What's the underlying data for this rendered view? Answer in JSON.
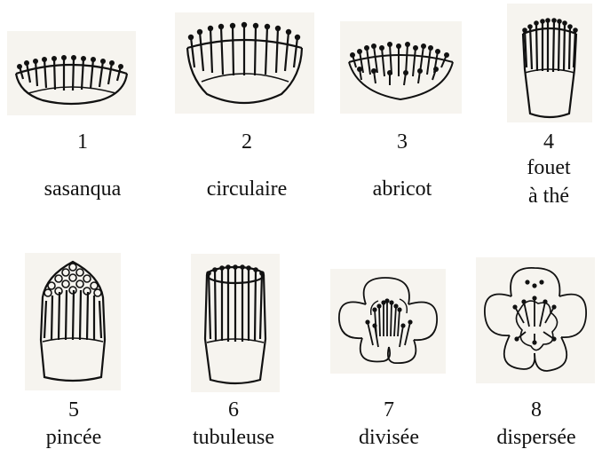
{
  "items": [
    {
      "number": "1",
      "label": "sasanqua",
      "icon": "sasanqua-stamens-icon"
    },
    {
      "number": "2",
      "label": "circulaire",
      "icon": "circulaire-stamens-icon"
    },
    {
      "number": "3",
      "label": "abricot",
      "icon": "abricot-stamens-icon"
    },
    {
      "number": "4",
      "label_line1": "fouet",
      "label_line2": "à thé",
      "icon": "fouet-a-the-stamens-icon"
    },
    {
      "number": "5",
      "label": "pincée",
      "icon": "pincee-stamens-icon"
    },
    {
      "number": "6",
      "label": "tubuleuse",
      "icon": "tubuleuse-stamens-icon"
    },
    {
      "number": "7",
      "label": "divisée",
      "icon": "divisee-stamens-icon"
    },
    {
      "number": "8",
      "label": "dispersée",
      "icon": "dispersee-stamens-icon"
    }
  ]
}
